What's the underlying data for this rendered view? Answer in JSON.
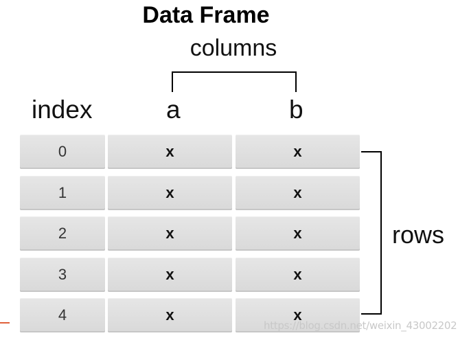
{
  "title": "Data Frame",
  "columns_label": "columns",
  "rows_label": "rows",
  "headers": {
    "index": "index",
    "a": "a",
    "b": "b"
  },
  "rows": [
    {
      "index": "0",
      "a": "x",
      "b": "x"
    },
    {
      "index": "1",
      "a": "x",
      "b": "x"
    },
    {
      "index": "2",
      "a": "x",
      "b": "x"
    },
    {
      "index": "3",
      "a": "x",
      "b": "x"
    },
    {
      "index": "4",
      "a": "x",
      "b": "x"
    }
  ],
  "watermark": "https://blog.csdn.net/weixin_43002202",
  "colors": {
    "cell_background": "#dddddd",
    "text": "#111111",
    "accent_mark": "#e0603a"
  }
}
